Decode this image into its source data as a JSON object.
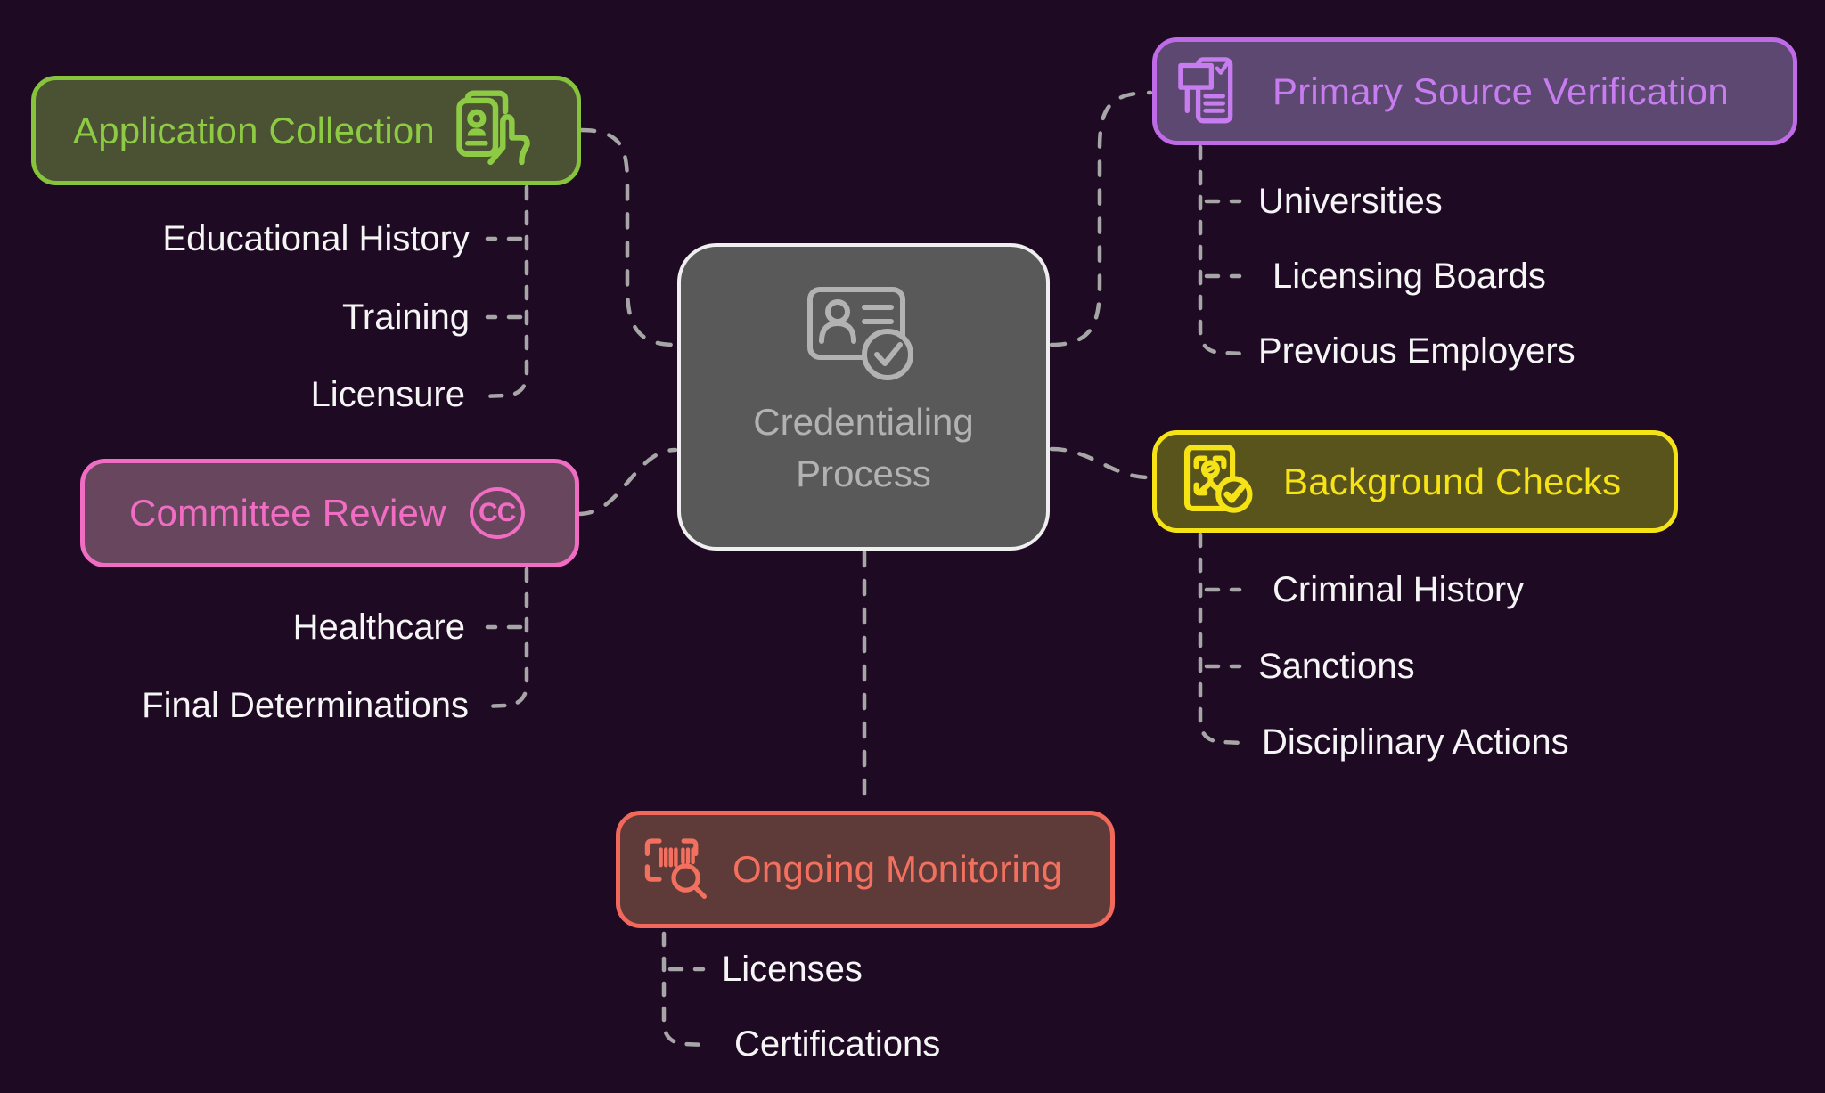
{
  "diagram": {
    "title_hint": "Credentialing Process mind map",
    "center": {
      "label_line1": "Credentialing",
      "label_line2": "Process",
      "icon": "id-card-check-icon",
      "fill": "#595959",
      "border": "#efefef",
      "text_color": "#b2b2b2"
    },
    "branches": [
      {
        "label": "Application Collection",
        "icon": "id-card-hand-icon",
        "accent": "#86c43c",
        "fill": "#4a5233",
        "children": [
          "Educational History",
          "Training",
          "Licensure"
        ]
      },
      {
        "label": "Committee Review",
        "icon": "cc-circle-icon",
        "icon_text": "CC",
        "accent": "#f06dc3",
        "fill": "#68475e",
        "children": [
          "Healthcare",
          "Final Determinations"
        ]
      },
      {
        "label": "Primary Source Verification",
        "icon": "document-verify-icon",
        "accent": "#bf6be8",
        "fill": "#5c4870",
        "children": [
          "Universities",
          "Licensing Boards",
          "Previous Employers"
        ]
      },
      {
        "label": "Background Checks",
        "icon": "person-scan-check-icon",
        "accent": "#f5e315",
        "fill": "#59541c",
        "children": [
          "Criminal History",
          "Sanctions",
          "Disciplinary Actions"
        ]
      },
      {
        "label": "Ongoing Monitoring",
        "icon": "barcode-search-icon",
        "accent": "#f2695c",
        "fill": "#5e3a38",
        "children": [
          "Licenses",
          "Certifications"
        ]
      }
    ],
    "colors": {
      "background": "#1f0a23",
      "connector": "#a6a6a6",
      "subitem_text": "#f5f5f5"
    }
  }
}
